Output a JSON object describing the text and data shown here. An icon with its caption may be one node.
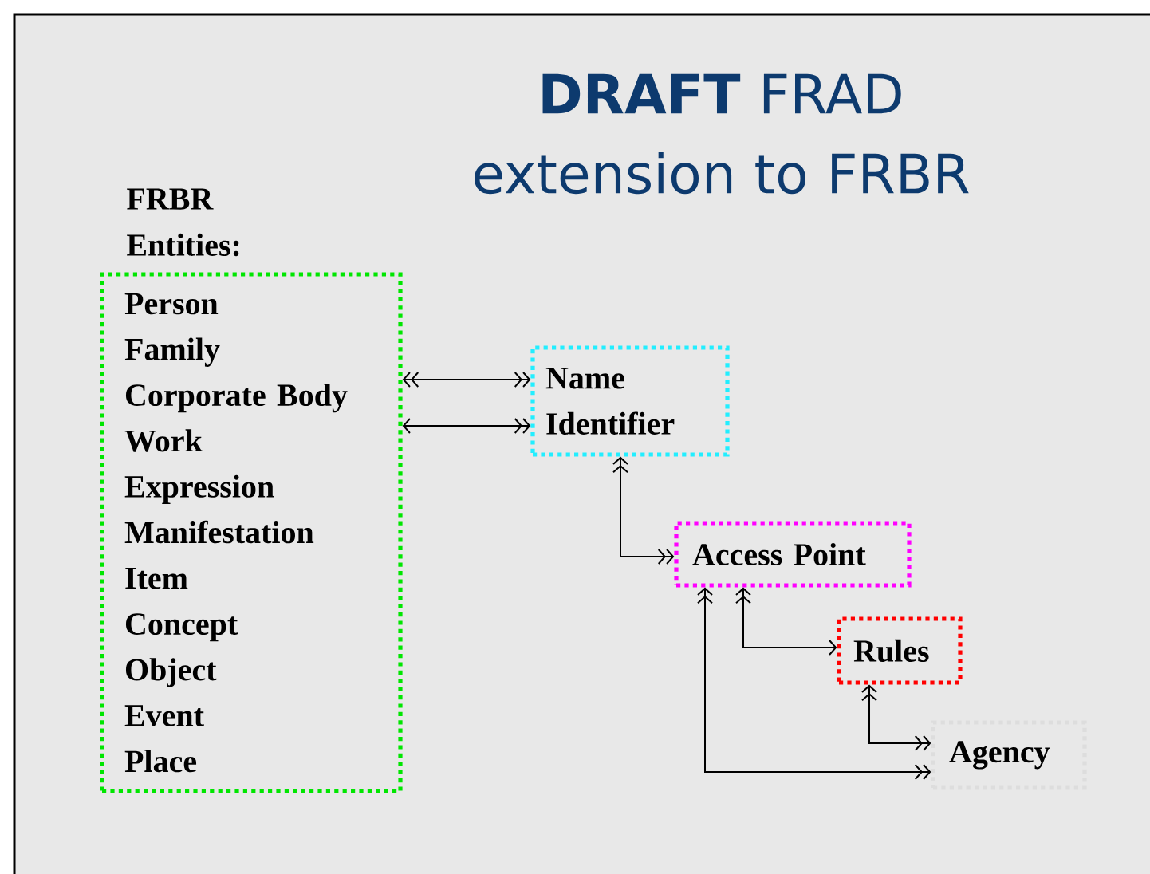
{
  "diagram": {
    "title": "**DRAFT** FRAD extension to FRBR",
    "nodes": [
      {
        "text": [
          "FRBR Entities:",
          "Person",
          "Family",
          "Corporate Body",
          "Work",
          "Expression",
          "Manifestation",
          "Item",
          "Concept",
          "Object",
          "Event",
          "Place"
        ]
      },
      {
        "text": [
          "Name",
          "Identifier"
        ]
      },
      {
        "text": [
          "Access Point"
        ]
      },
      {
        "text": [
          "Rules"
        ]
      },
      {
        "text": [
          "Agency"
        ]
      }
    ],
    "edges": [
      {
        "from": 0,
        "to": 1,
        "arrow": "both"
      },
      {
        "from": 0,
        "to": 1,
        "arrow": "both"
      },
      {
        "from": 1,
        "to": 2,
        "arrow": "both"
      },
      {
        "from": 2,
        "to": 3,
        "arrow": "both"
      },
      {
        "from": 3,
        "to": 4,
        "arrow": "both"
      },
      {
        "from": 2,
        "to": 4,
        "arrow": "both"
      }
    ]
  }
}
